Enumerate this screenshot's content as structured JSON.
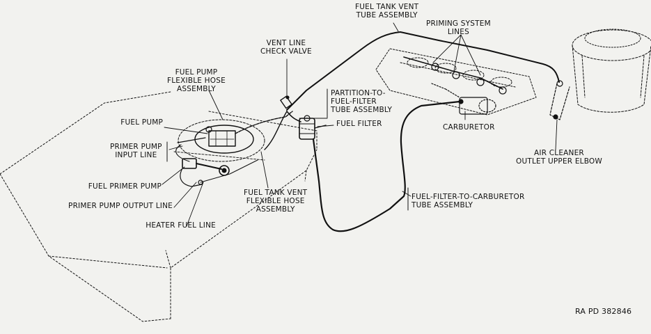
{
  "figure_id": "RA PD 382846",
  "labels": {
    "fuel_tank_vent_tube_assembly": "FUEL TANK VENT\nTUBE ASSEMBLY",
    "priming_system_lines": "PRIMING SYSTEM\nLINES",
    "vent_line_check_valve": "VENT LINE\nCHECK VALVE",
    "fuel_pump_flexible_hose_assembly": "FUEL PUMP\nFLEXIBLE HOSE\nASSEMBLY",
    "partition_to_fuel_filter_tube_assembly": "PARTITION-TO-\nFUEL-FILTER\nTUBE ASSEMBLY",
    "fuel_pump": "FUEL PUMP",
    "fuel_filter": "FUEL FILTER",
    "carburetor": "CARBURETOR",
    "primer_pump_input_line": "PRIMER PUMP\nINPUT LINE",
    "air_cleaner_outlet_upper_elbow": "AIR CLEANER\nOUTLET UPPER ELBOW",
    "fuel_primer_pump": "FUEL PRIMER PUMP",
    "fuel_tank_vent_flexible_hose_assembly": "FUEL TANK VENT\nFLEXIBLE HOSE\nASSEMBLY",
    "fuel_filter_to_carburetor_tube_assembly": "FUEL-FILTER-TO-CARBURETOR\nTUBE ASSEMBLY",
    "primer_pump_output_line": "PRIMER PUMP OUTPUT LINE",
    "heater_fuel_line": "HEATER FUEL LINE"
  },
  "colors": {
    "ink": "#111111",
    "paper": "#f2f2ef"
  }
}
